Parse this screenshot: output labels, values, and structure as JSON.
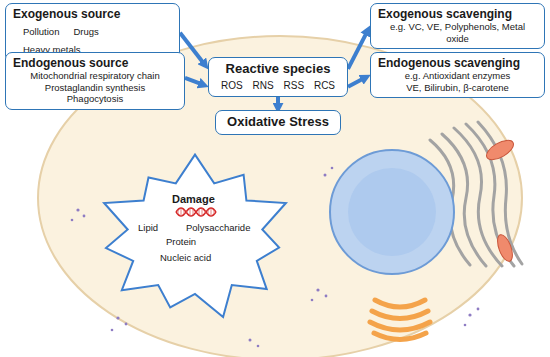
{
  "diagram": {
    "nodes": [
      {
        "text": [
          "Exogenous source",
          "Pollution",
          "Drugs",
          "Heavy metals"
        ]
      },
      {
        "text": [
          "Endogenous source",
          "Mitochondrial respiratory chain",
          "Prostaglandin synthesis",
          "Phagocytosis"
        ]
      },
      {
        "text": [
          "Reactive species",
          "ROS",
          "RNS",
          "RSS",
          "RCS"
        ]
      },
      {
        "text": [
          "Oxidative Stress"
        ]
      },
      {
        "text": [
          "Exogenous scavenging",
          "e.g. VC, VE, Polyphenols, Metal oxide"
        ]
      },
      {
        "text": [
          "Endogenous scavenging",
          "e.g. Antioxidant enzymes",
          "VE, Bilirubin, β-carotene"
        ]
      },
      {
        "text": [
          "Damage",
          "Lipid",
          "Protein",
          "Polysaccharide",
          "Nucleic acid"
        ]
      }
    ],
    "edges": [
      {
        "from": 0,
        "to": 2,
        "arrow": "to"
      },
      {
        "from": 1,
        "to": 2,
        "arrow": "to"
      },
      {
        "from": 2,
        "to": 4,
        "arrow": "to"
      },
      {
        "from": 2,
        "to": 5,
        "arrow": "to"
      },
      {
        "from": 2,
        "to": 3,
        "arrow": "to"
      }
    ]
  }
}
